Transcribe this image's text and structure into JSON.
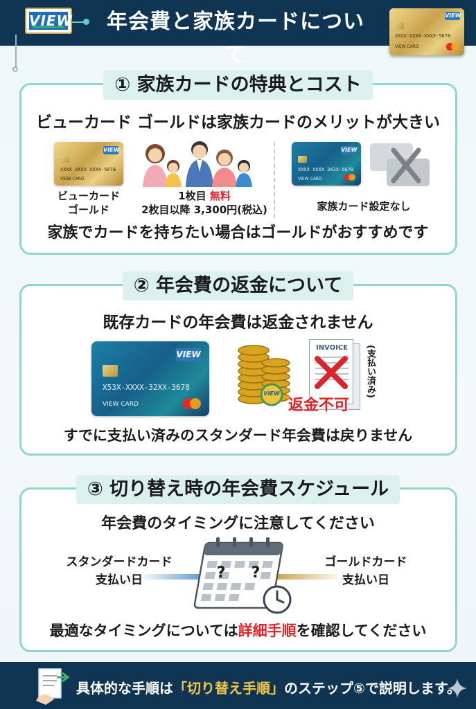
{
  "header": {
    "logo_text": "VIEW",
    "title": "年会費と家族カードについて",
    "card": {
      "number": "XXXX-XXXX-XXXX-5678",
      "label": "VIEW CARD",
      "brand": "VIEW"
    }
  },
  "section1": {
    "title": "① 家族カードの特典とコスト",
    "headline": "ビューカード ゴールドは家族カードのメリットが大きい",
    "gold_card": {
      "number": "XXXX XXXX XXXX-5678",
      "label": "VIEW CARD",
      "brand": "VIEW"
    },
    "gold_caption_line1": "ビューカード",
    "gold_caption_line2": "ゴールド",
    "first_card_prefix": "1枚目 ",
    "first_card_value": "無料",
    "second_card_text": "2枚目以降 3,300円(税込)",
    "standard_card": {
      "number": "XXXX XXXX 3X2X-5678",
      "label": "VIEW CARD",
      "brand": "VIEW"
    },
    "standard_caption": "家族カード設定なし",
    "footer": "家族でカードを持ちたい場合はゴールドがおすすめです"
  },
  "section2": {
    "title": "② 年会費の返金について",
    "headline": "既存カードの年会費は返金されません",
    "card": {
      "number": "X53X-XXXX-32XX-3678",
      "label": "VIEW CARD",
      "brand": "VIEW"
    },
    "coin_badge": "VIEW",
    "invoice_label": "INVOICE",
    "paid_vertical": "(支払い済み)",
    "no_refund": "返金不可",
    "footer": "すでに支払い済みのスタンダード年会費は戻りません"
  },
  "section3": {
    "title": "③ 切り替え時の年会費スケジュール",
    "headline": "年会費のタイミングに注意してください",
    "left_line1": "スタンダードカード",
    "left_line2": "支払い日",
    "right_line1": "ゴールドカード",
    "right_line2": "支払い日",
    "question_mark": "?",
    "footer_prefix": "最適なタイミングについては",
    "footer_highlight": "詳細手順",
    "footer_suffix": "を確認してください"
  },
  "footer": {
    "text_prefix": "具体的な手順は",
    "text_quote": "「切り替え手順」",
    "text_suffix": "のステップ⑤で説明します。"
  },
  "colors": {
    "navy": "#0f3553",
    "accent": "#8fd6cf",
    "red": "#e0252a",
    "gold": "#c9a24d"
  }
}
